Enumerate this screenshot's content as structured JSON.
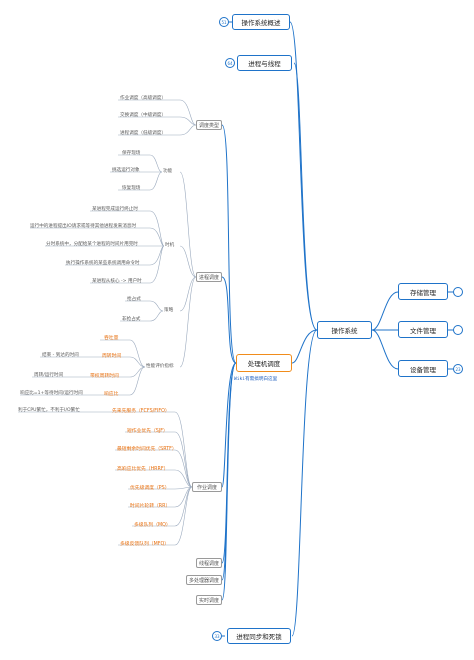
{
  "root": "操作系统",
  "right": {
    "storage": "存储管理",
    "file": "文件管理",
    "device": "设备管理",
    "storage_badge": "",
    "file_badge": "",
    "device_badge": "23"
  },
  "left_top": {
    "overview": "操作系统概述",
    "overview_badge": "51",
    "process": "进程与线程",
    "process_badge": "64",
    "sync": "进程同步和死锁",
    "sync_badge": "33"
  },
  "scheduling": {
    "title": "处理机调度",
    "note": "Wiki有需搞明白这里",
    "types": {
      "label": "调度类型",
      "items": [
        "作业调度（高级调度）",
        "交换调度（中级调度）",
        "进程调度（低级调度）"
      ]
    },
    "process_sched": {
      "label": "进程调度",
      "function": {
        "label": "功能",
        "items": [
          "保存现场",
          "挑选运行对象",
          "恢复现场"
        ]
      },
      "timing": {
        "label": "时机",
        "items": [
          "某进程完成运行终止时",
          "运行中的进程提出IO请求或等待其他进程发来消息时",
          "分时系统中，分配给某个进程的时间片用完时",
          "执行操作系统的某些系统调用命令时",
          "某进程从核心 -> 用户时"
        ]
      },
      "strategy": {
        "label": "策略",
        "items": [
          "抢占式",
          "非抢占式"
        ]
      },
      "metrics": {
        "label": "性能评价指标",
        "items": [
          "吞吐量",
          "周转时间",
          "带权周转时间",
          "响应比"
        ],
        "notes": [
          "结束 - 到达的时间",
          "周转/运行时间",
          "响应比=1+等待时间/运行时间"
        ]
      }
    },
    "job_sched": {
      "label": "作业调度",
      "note": "利于CPU繁忙，不利于I/O繁忙",
      "items": [
        "先来先服务（FCFS/FIFO）",
        "短作业优先（SJF）",
        "最短剩余时间优先（SRTF）",
        "高响应比优先（HRRF）",
        "优先级调度（PS）",
        "时间片轮转（RR）",
        "多级队列（MQ）",
        "多级反馈队列（MFQ）"
      ]
    },
    "thread_sched": "线程调度",
    "multi_sched": "多处理器调度",
    "realtime_sched": "实时调度"
  }
}
